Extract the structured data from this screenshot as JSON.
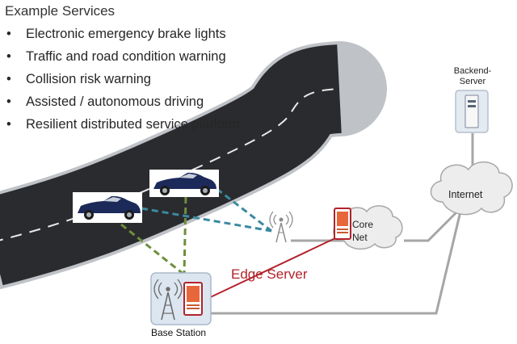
{
  "title": "Example Services",
  "services": [
    "Electronic emergency brake lights",
    "Traffic and road condition warning",
    "Collision risk warning",
    "Assisted / autonomous driving",
    "Resilient distributed service platform"
  ],
  "nodes": {
    "backend_server": "Backend-Server",
    "internet": "Internet",
    "core_net": "Core Net",
    "edge_server": "Edge Server",
    "base_station": "Base Station"
  },
  "colors": {
    "road": "#2a2b2e",
    "road_edge": "#bfc3c8",
    "edge_server_label": "#b2222b",
    "server_orange": "#e8673a",
    "link_green": "#6d8f3c",
    "link_teal": "#3a8aa0",
    "link_gray": "#a6a6a6",
    "car_body": "#1c2a5a"
  },
  "icons": [
    "server-icon",
    "cloud-icon",
    "antenna-tower-icon",
    "car-icon"
  ]
}
